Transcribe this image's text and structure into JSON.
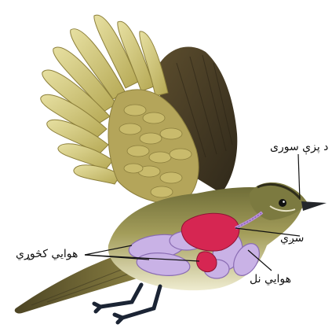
{
  "labels": {
    "nostril": "د پزې سورى",
    "air_sacs": "هوايي كڅوړي",
    "lung": "سږي",
    "air_tube": "هوايي نل"
  },
  "colors": {
    "wing_light": "#d8cf86",
    "wing_mid": "#b9ab58",
    "wing_dark": "#4b3f26",
    "body_olive": "#7a7a3e",
    "belly": "#f4f2dc",
    "air_sac": "#c9b2e6",
    "lung_red": "#d62652",
    "leg": "#1b2434"
  },
  "icons": [
    "bird-illustration"
  ]
}
